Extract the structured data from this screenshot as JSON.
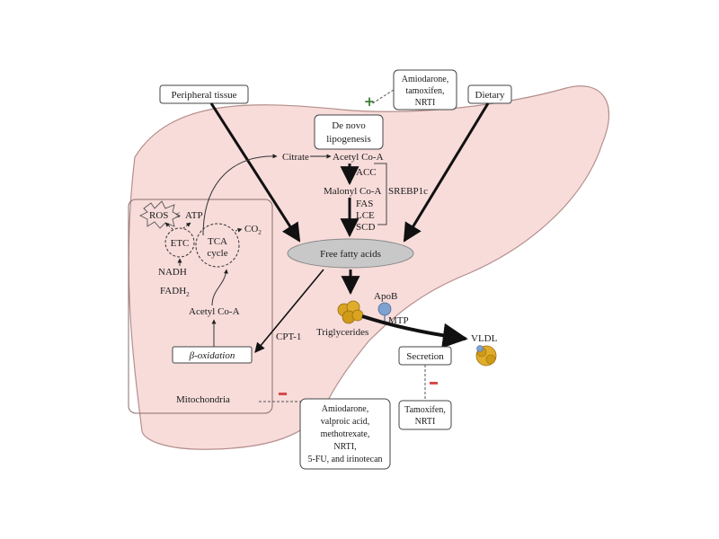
{
  "labels": {
    "peripheral_tissue": "Peripheral tissue",
    "dietary": "Dietary",
    "drugs_top": [
      "Amiodarone,",
      "tamoxifen,",
      "NRTI"
    ],
    "de_novo": [
      "De novo",
      "lipogenesis"
    ],
    "citrate": "Citrate",
    "acetyl_coa_top": "Acetyl Co-A",
    "acc": "ACC",
    "malonyl_coa": "Malonyl Co-A",
    "srebp1c": "SREBP1c",
    "fas": "FAS",
    "lce": "LCE",
    "scd": "SCD",
    "free_fatty_acids": "Free fatty acids",
    "ros": "ROS",
    "atp": "ATP",
    "co2": "CO",
    "co2_sub": "2",
    "etc": "ETC",
    "tca": [
      "TCA",
      "cycle"
    ],
    "nadh": "NADH",
    "fadh": "FADH",
    "fadh_sub": "2",
    "acetyl_coa_mito": "Acetyl Co-A",
    "beta_oxidation": "β-oxidation",
    "mitochondria": "Mitochondria",
    "cpt1": "CPT-1",
    "apob": "ApoB",
    "mtp": "MTP",
    "triglycerides": "Triglycerides",
    "vldl": "VLDL",
    "secretion": "Secretion",
    "drugs_secretion": [
      "Tamoxifen,",
      "NRTI"
    ],
    "drugs_bottom": [
      "Amiodarone,",
      "valproic acid,",
      "methotrexate,",
      "NRTI,",
      "5-FU, and irinotecan"
    ]
  },
  "colors": {
    "liver_fill": "#f7dcda",
    "liver_stroke": "#b58f8c",
    "ffa_fill": "#c8c8c8",
    "plus": "#3a7d35",
    "minus": "#d84a4a",
    "apob": "#7ea2cf",
    "lipid": "#d9a420"
  }
}
